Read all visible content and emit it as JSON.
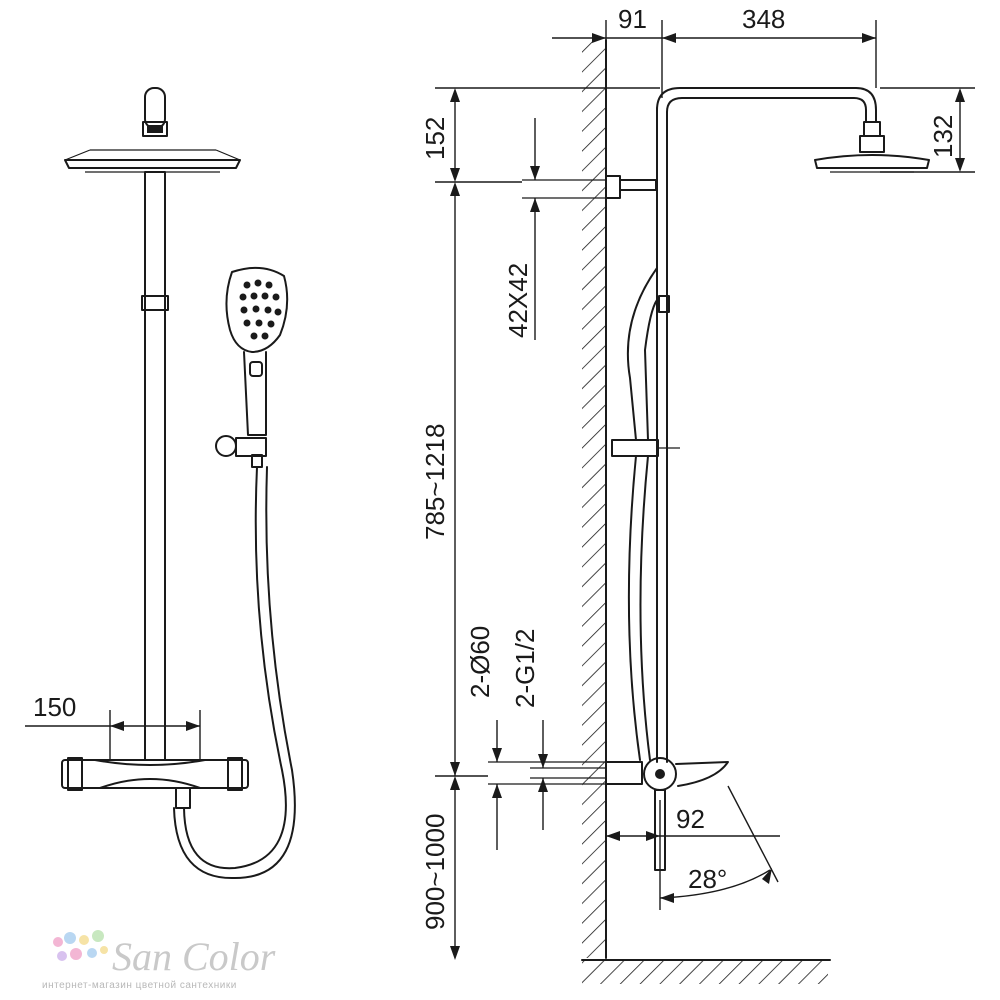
{
  "dimensions": {
    "width_150": "150",
    "offset_91": "91",
    "arm_348": "348",
    "head_132": "132",
    "top_152": "152",
    "bracket_42x42": "42X42",
    "rail_785_1218": "785~1218",
    "pipe_2_d60": "2-Ø60",
    "thread_2_g12": "2-G1/2",
    "height_900_1000": "900~1000",
    "depth_92": "92",
    "angle_28": "28°"
  },
  "logo": {
    "brand": "San Color",
    "tagline": "интернет-магазин цветной сантехники"
  },
  "colors": {
    "line": "#1a1a1a",
    "logo_text": "#c9c9c9",
    "logo_dots": [
      "#f3b6d4",
      "#b9d7f2",
      "#f6e3a6",
      "#c8e8c0",
      "#d8c2ef"
    ]
  }
}
